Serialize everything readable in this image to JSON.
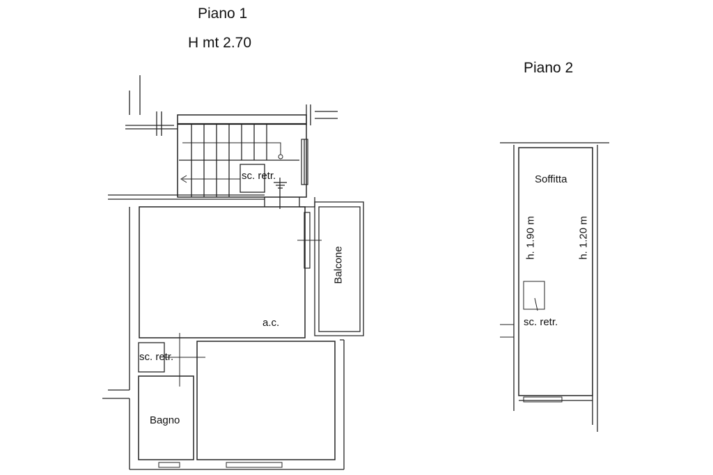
{
  "floor1": {
    "title": "Piano 1",
    "height": "H mt 2.70",
    "rooms": {
      "stair_closet": "sc. retr.",
      "balcony": "Balcone",
      "living": "a.c.",
      "closet": "sc. retr.",
      "bathroom": "Bagno"
    }
  },
  "floor2": {
    "title": "Piano 2",
    "rooms": {
      "attic": "Soffitta",
      "closet": "sc. retr."
    },
    "heights": {
      "left": "h. 1.90 m",
      "right": "h. 1.20 m"
    }
  }
}
